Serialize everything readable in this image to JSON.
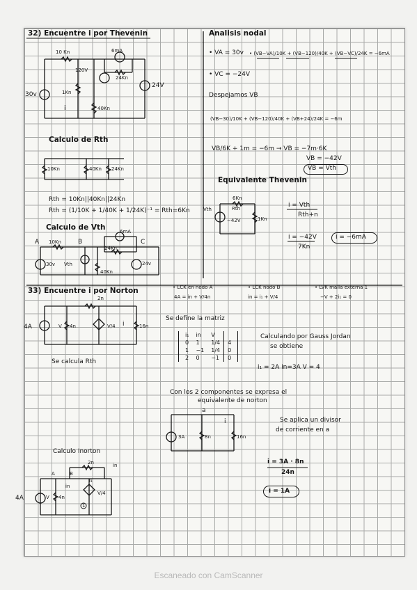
{
  "problem32": {
    "title": "32) Encuentre i por Thevenin",
    "circuit": {
      "r10k": "10 Kn",
      "src6ma": "6mA",
      "v120": "120V",
      "r24k": "24Kn",
      "v30": "30v",
      "r1k": "1Kn",
      "i": "i",
      "r40k": "40Kn",
      "v24": "24V"
    },
    "rth_title": "Calculo de Rth",
    "rth_circuit": {
      "r10": "10Kn",
      "r40": "40Kn",
      "r24": "24Kn"
    },
    "rth_eq1": "Rth = 10Kn||40Kn||24Kn",
    "rth_eq2": "Rth = (1/10K + 1/40K + 1/24K)⁻¹ = Rth=6Kn",
    "vth_title": "Calculo de Vth",
    "vth_circuit": {
      "a": "A",
      "b": "B",
      "c": "C",
      "r10": "10Kn",
      "src": "6mA",
      "r24": "24Kn",
      "v30": "30v",
      "vth": "Vth",
      "r40": "40Kn",
      "v24": "24v"
    }
  },
  "analysis": {
    "title": "Analisis nodal",
    "va": "• VA = 30v",
    "node_eq": "• (VB−VA)/10K + (VB−120)/40K + (VB−VC)/24K = −6mA",
    "vc": "• VC = −24V",
    "despejamos": "Despejamos VB",
    "eq2": "(VB−30)/10K + (VB−120)/40K + (VB+24)/24K = −6m",
    "eq3": "VB/6K + 1m = −6m  →  VB = −7m·6K",
    "vb1": "VB = −42V",
    "vb2": "VB = Vth"
  },
  "thevenin_eq": {
    "title": "Equivalente Thevenin",
    "r6": "6Kn",
    "rth": "Rth",
    "vth": "Vth",
    "v42": "−42V",
    "r1k": "1Kn",
    "formula_num": "i = Vth",
    "formula_den": "Rth+n",
    "res_num": "i = −42V",
    "res_den": "7Kn",
    "result": "i = −6mA"
  },
  "problem33": {
    "title": "33) Encuentre i por Norton",
    "circuit": {
      "r2": "2n",
      "src4": "4A",
      "v": "V",
      "r4": "4n",
      "dep": "V/4",
      "i": "i",
      "r16": "16n"
    },
    "lck_a": "• LCK en nodo A",
    "lck_a_eq": "4A = in + V/4n",
    "lck_b": "• LCK nodo B",
    "lck_b_eq": "in = i₁ + V/4",
    "lvk": "• LVK malla externa 1",
    "lvk_eq": "−V + 2i₁ = 0",
    "matrix_title": "Se define la matriz",
    "matrix": [
      [
        "i₁",
        "in",
        "V",
        ""
      ],
      [
        "0",
        "1",
        "1/4",
        "4"
      ],
      [
        "1",
        "−1",
        "1/4",
        "0"
      ],
      [
        "2",
        "0",
        "−1",
        "0"
      ]
    ],
    "gauss": "Calculando por Gauss Jordan",
    "gauss2": "se obtiene",
    "gauss_res": "i₁ = 2A   in=3A   V = 4",
    "rth_note": "Se calcula Rth",
    "norton_text1": "Con los 2 componentes se expresa el",
    "norton_text2": "equivalente de norton",
    "norton_circuit": {
      "a": "a",
      "src": "3A",
      "r8": "8n",
      "i": "i",
      "r16": "16n"
    },
    "divisor1": "Se aplica un divisor",
    "divisor2": "de corriente en a",
    "calc_title": "Calculo Inorton",
    "calc_circuit": {
      "r2": "2n",
      "in": "in",
      "a": "A",
      "b": "B",
      "i1": "i₁",
      "in2": "in",
      "src4": "4A",
      "v": "V",
      "r4": "4n",
      "dep": "V/4",
      "mesh": "1"
    },
    "i_num": "i = 3A · 8n",
    "i_den": "24n",
    "result": "i = 1A"
  },
  "footer": "Escaneado con CamScanner"
}
